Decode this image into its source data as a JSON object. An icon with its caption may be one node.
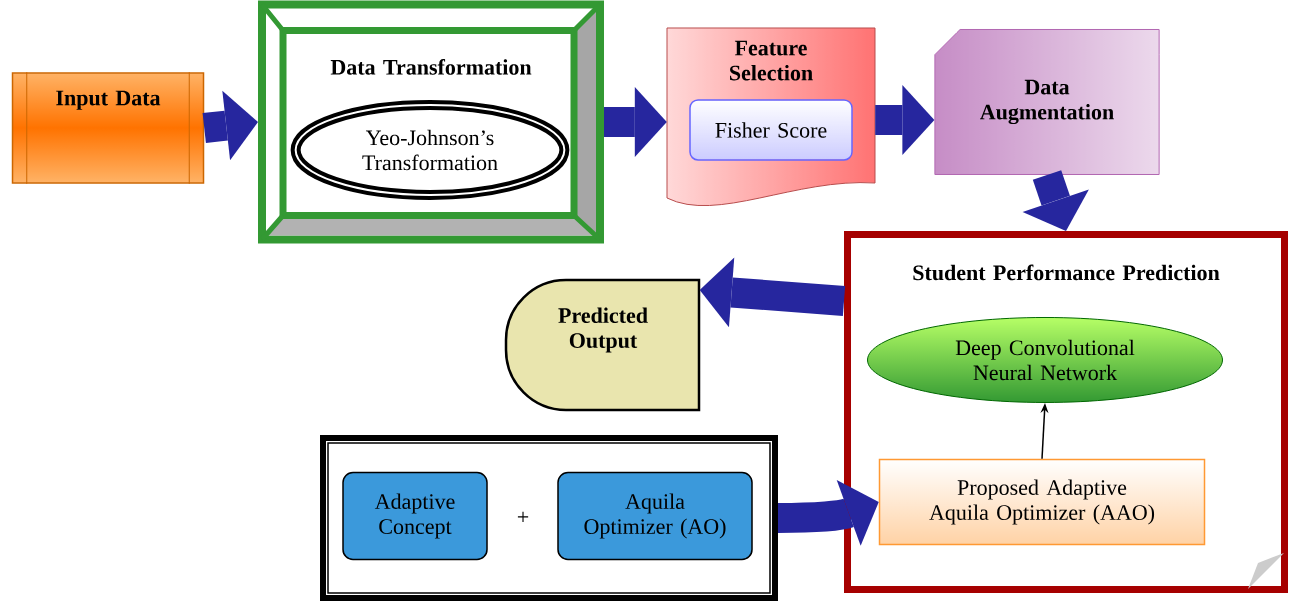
{
  "diagram": {
    "nodes": [
      {
        "text": [
          "Input Data"
        ]
      },
      {
        "text": [
          "Data Transformation"
        ]
      },
      {
        "text": [
          "Yeo-Johnson’s Transformation"
        ],
        "in": 1
      },
      {
        "text": [
          "Feature Selection"
        ]
      },
      {
        "text": [
          "Fisher Score"
        ],
        "in": 3
      },
      {
        "text": [
          "Data Augmentation"
        ]
      },
      {
        "text": [
          "Student Performance Prediction"
        ]
      },
      {
        "text": [
          "Deep Convolutional Neural Network"
        ],
        "in": 6
      },
      {
        "text": [
          "Proposed Adaptive Aquila Optimizer (AAO)"
        ],
        "in": 6
      },
      {
        "text": [
          "Predicted Output"
        ]
      },
      {
        "text": [],
        "shape": "box"
      },
      {
        "text": [
          "Adaptive Concept"
        ],
        "in": 10
      },
      {
        "text": [
          "Aquila Optimizer (AO)"
        ],
        "in": 10
      }
    ],
    "edges": [
      {
        "from": 0,
        "to": 1,
        "arrow": "to"
      },
      {
        "from": 1,
        "to": 3,
        "arrow": "to"
      },
      {
        "from": 3,
        "to": 5,
        "arrow": "to"
      },
      {
        "from": 5,
        "to": 6,
        "arrow": "to"
      },
      {
        "from": 6,
        "to": 9,
        "arrow": "to"
      },
      {
        "from": 8,
        "to": 7,
        "arrow": "to",
        "color": "#000000"
      },
      {
        "from": 10,
        "to": 8,
        "arrow": "to"
      }
    ],
    "labels": [
      "+"
    ]
  }
}
